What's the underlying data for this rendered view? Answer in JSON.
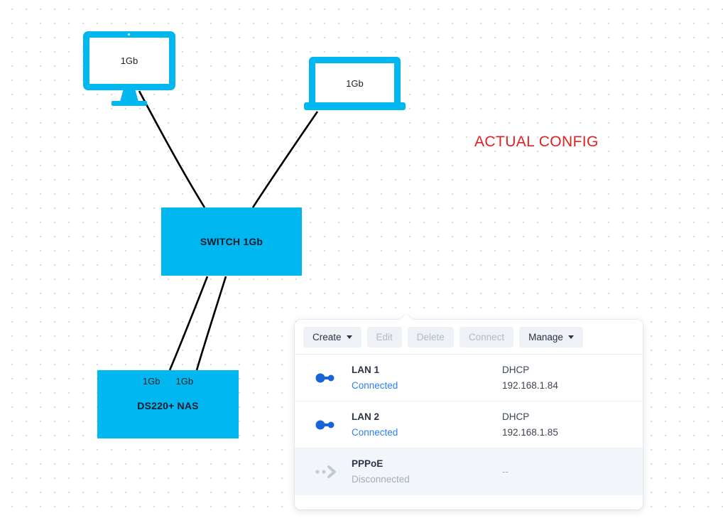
{
  "diagram": {
    "annotation": "ACTUAL CONFIG",
    "annotation_color": "#dd2222",
    "device_color": "#00B7F0",
    "nodes": {
      "desktop": {
        "type": "monitor",
        "label": "1Gb"
      },
      "laptop": {
        "type": "laptop",
        "label": "1Gb"
      },
      "switch": {
        "type": "box",
        "label": "SWITCH 1Gb"
      },
      "nas": {
        "type": "box",
        "label": "DS220+ NAS",
        "port1": "1Gb",
        "port2": "1Gb"
      }
    }
  },
  "panel": {
    "toolbar": {
      "create_label": "Create",
      "edit_label": "Edit",
      "delete_label": "Delete",
      "connect_label": "Connect",
      "manage_label": "Manage"
    },
    "interfaces": [
      {
        "icon": "link-connected-icon",
        "name": "LAN 1",
        "status": "Connected",
        "mode": "DHCP",
        "ip": "192.168.1.84"
      },
      {
        "icon": "link-connected-icon",
        "name": "LAN 2",
        "status": "Connected",
        "mode": "DHCP",
        "ip": "192.168.1.85"
      },
      {
        "icon": "link-disconnected-icon",
        "name": "PPPoE",
        "status": "Disconnected",
        "mode": "",
        "ip": "--"
      }
    ]
  }
}
